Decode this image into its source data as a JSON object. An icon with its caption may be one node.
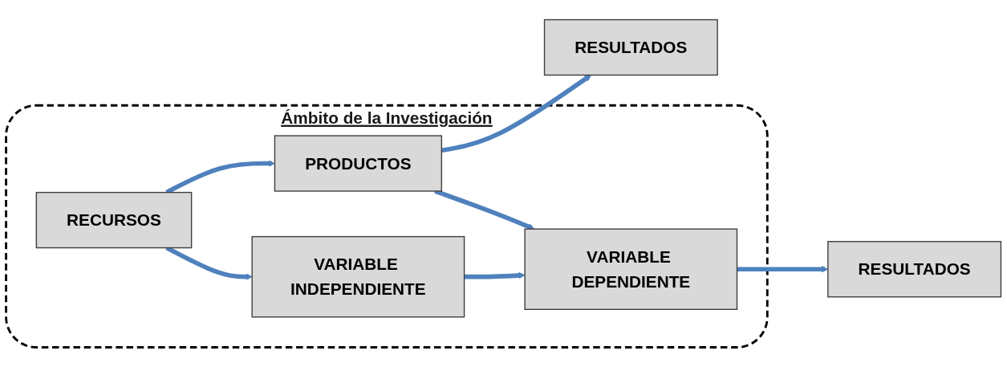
{
  "diagram": {
    "nodes": [
      {
        "text": [
          "Ámbito de la Investigación"
        ]
      },
      {
        "text": [
          "RECURSOS"
        ],
        "in": 0
      },
      {
        "text": [
          "PRODUCTOS"
        ],
        "in": 0
      },
      {
        "text": [
          "RESULTADOS"
        ]
      },
      {
        "text": [
          "VARIABLE INDEPENDIENTE"
        ],
        "in": 0
      },
      {
        "text": [
          "VARIABLE DEPENDIENTE"
        ],
        "in": 0
      },
      {
        "text": [
          "RESULTADOS"
        ]
      }
    ],
    "edges": [
      {
        "from": 1,
        "to": 2,
        "arrow": "to"
      },
      {
        "from": 2,
        "to": 3,
        "arrow": "to"
      },
      {
        "from": 1,
        "to": 4,
        "arrow": "to"
      },
      {
        "from": 2,
        "to": 5,
        "arrow": "to"
      },
      {
        "from": 4,
        "to": 5,
        "arrow": "to"
      },
      {
        "from": 5,
        "to": 6,
        "arrow": "to"
      }
    ]
  }
}
